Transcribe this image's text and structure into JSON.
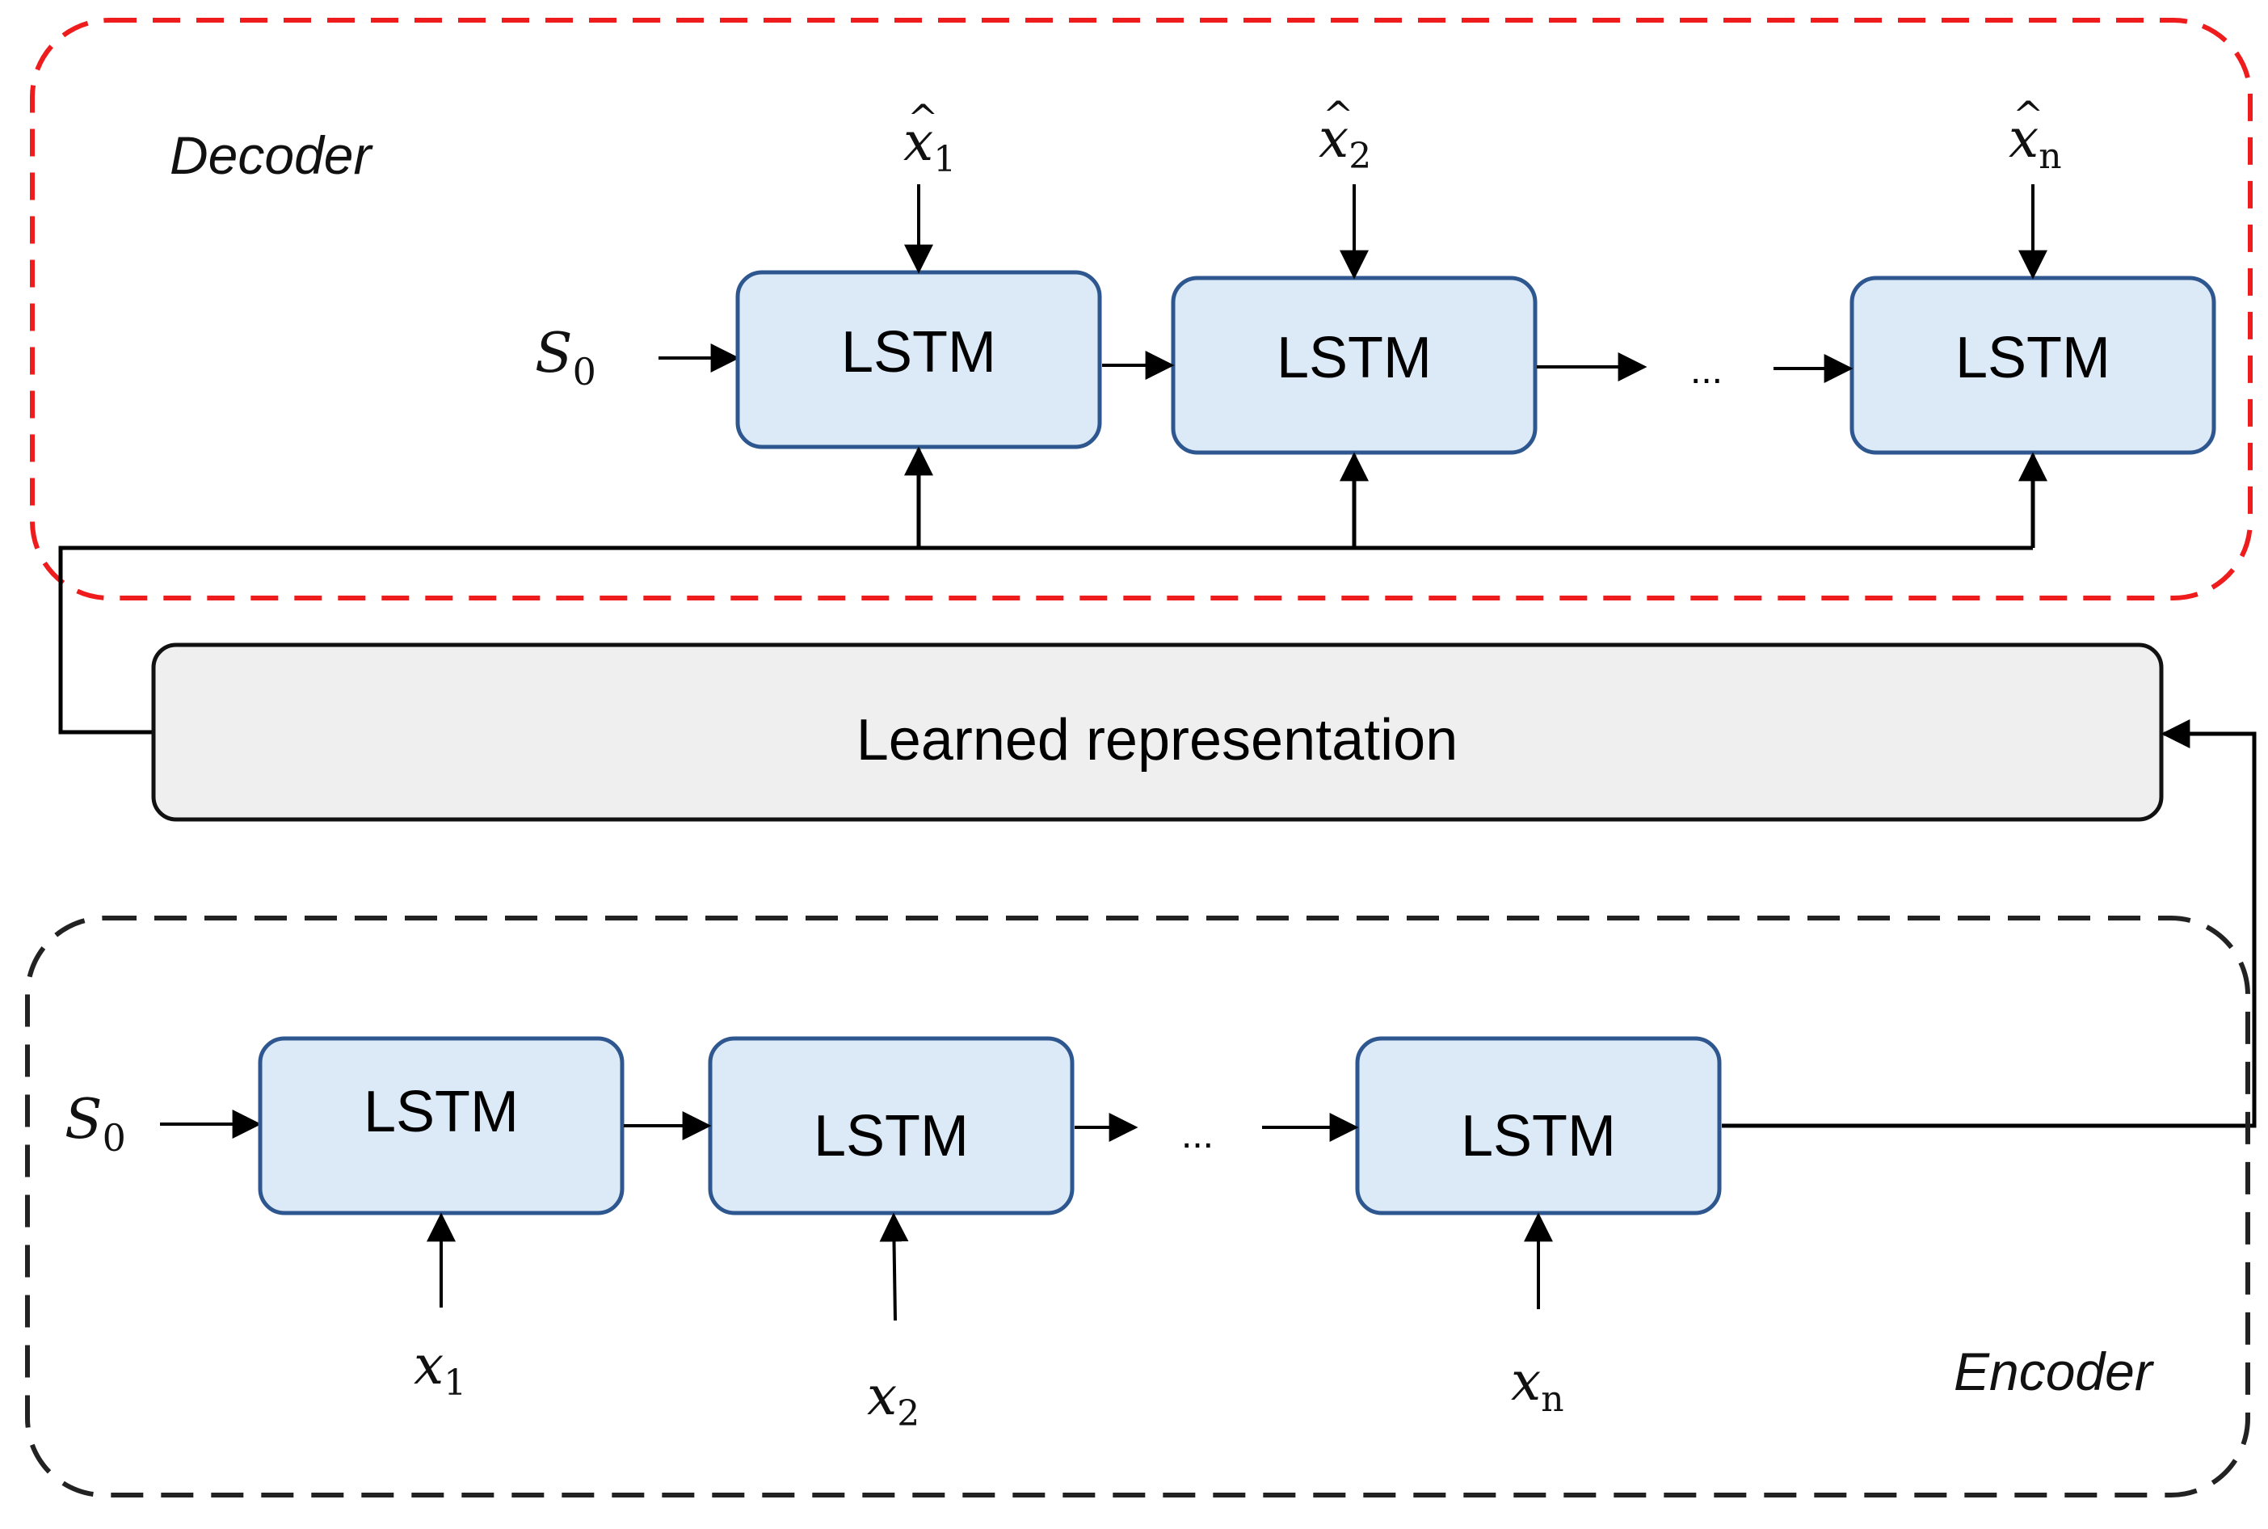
{
  "decoder": {
    "title": "Decoder",
    "border_color": "#ee1c1c",
    "initial_state": {
      "symbol": "S",
      "sub": "0"
    },
    "cells": [
      {
        "label": "LSTM",
        "output": {
          "symbol": "x",
          "hat": "^",
          "sub": "1"
        }
      },
      {
        "label": "LSTM",
        "output": {
          "symbol": "x",
          "hat": "^",
          "sub": "2"
        }
      },
      {
        "label": "LSTM",
        "output": {
          "symbol": "x",
          "hat": "^",
          "sub": "n"
        }
      }
    ],
    "ellipsis": "..."
  },
  "representation": {
    "label": "Learned representation",
    "fill_color": "#efefef"
  },
  "encoder": {
    "title": "Encoder",
    "border_color": "#222222",
    "initial_state": {
      "symbol": "S",
      "sub": "0"
    },
    "cells": [
      {
        "label": "LSTM",
        "input": {
          "symbol": "x",
          "sub": "1"
        }
      },
      {
        "label": "LSTM",
        "input": {
          "symbol": "x",
          "sub": "2"
        }
      },
      {
        "label": "LSTM",
        "input": {
          "symbol": "x",
          "sub": "n"
        }
      }
    ],
    "ellipsis": "..."
  },
  "colors": {
    "cell_fill": "#dce9f7",
    "cell_stroke": "#2e5790",
    "line": "#000000"
  }
}
